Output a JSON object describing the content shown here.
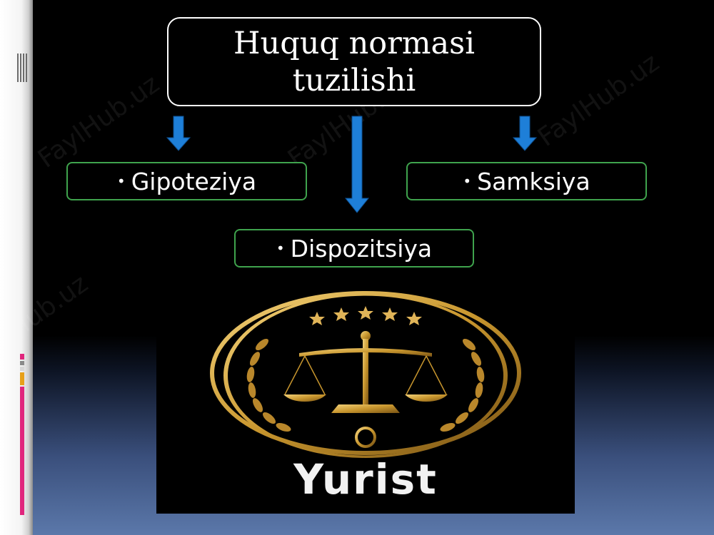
{
  "diagram": {
    "title": "Huquq normasi tuzilishi",
    "items": [
      {
        "label": "Gipoteziya"
      },
      {
        "label": "Dispozitsiya"
      },
      {
        "label": "Samksiya"
      }
    ]
  },
  "watermark": "FaylHub.uz",
  "logo": {
    "text": "Yurist"
  },
  "colors": {
    "arrow": "#1e7fd8",
    "box_border": "#3fa34d",
    "gold": "#c8962e",
    "accent_bars": [
      "#e0267d",
      "#8a8a8a",
      "#d7d7d7",
      "#e7a019",
      "#e0267d"
    ]
  }
}
